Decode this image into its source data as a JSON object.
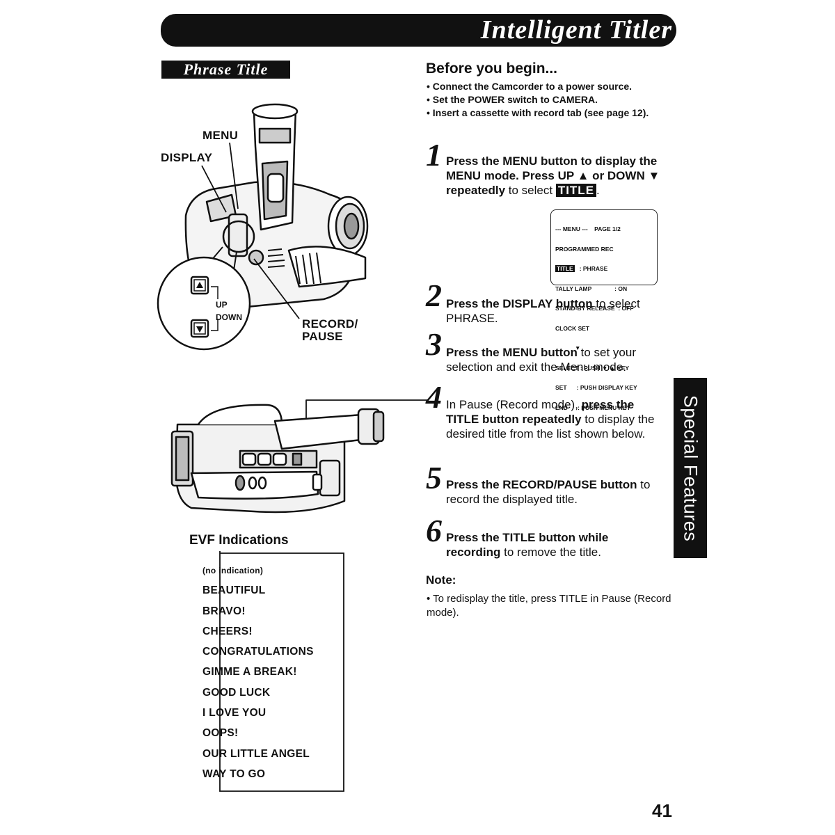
{
  "header": {
    "title": "Intelligent Titler"
  },
  "section": {
    "title": "Phrase Title"
  },
  "illustration": {
    "menu_label": "MENU",
    "display_label": "DISPLAY",
    "up_label": "UP",
    "down_label": "DOWN",
    "record_pause_label_1": "RECORD/",
    "record_pause_label_2": "PAUSE"
  },
  "before": {
    "heading": "Before you begin...",
    "bullets": [
      "• Connect the Camcorder to a power source.",
      "• Set the POWER switch to CAMERA.",
      "• Insert a cassette with record tab (see page 12)."
    ]
  },
  "steps": [
    {
      "num": "1",
      "b1": "Press the MENU button to display the MENU mode. Press UP ▲ or DOWN ▼ repeatedly",
      "t1": " to select ",
      "badge": "TITLE",
      "t2": "."
    },
    {
      "num": "2",
      "b1": "Press the DISPLAY button",
      "t1": " to select PHRASE."
    },
    {
      "num": "3",
      "b1": "Press the MENU button",
      "t1": " to set your selection and exit the Menu mode."
    },
    {
      "num": "4",
      "t0": "In Pause (Record mode), ",
      "b1": "press the TITLE button repeatedly",
      "t1": " to display the desired title from the list shown below."
    },
    {
      "num": "5",
      "b1": "Press the RECORD/PAUSE button",
      "t1": " to record the displayed title."
    },
    {
      "num": "6",
      "b1": "Press the TITLE button while recording",
      "t1": " to remove the title."
    }
  ],
  "menu_screen": {
    "rows": [
      "--- MENU ---    PAGE 1/2",
      "PROGRAMMED REC",
      "TITLE",
      "TALLY LAMP              : ON",
      "STAND-BY RELEASE  : OFF",
      "CLOCK SET",
      "▼",
      "SELECT : PUSH ▼/▲ KEY",
      "SET      : PUSH DISPLAY KEY",
      "END      : PUSH MENU KEY"
    ],
    "title_value": "   : PHRASE"
  },
  "note": {
    "heading": "Note:",
    "text": "• To redisplay the title, press TITLE in Pause (Record mode)."
  },
  "side_tab": "Special Features",
  "evf": {
    "heading": "EVF Indications",
    "items": [
      "(no indication)",
      "BEAUTIFUL",
      "BRAVO!",
      "CHEERS!",
      "CONGRATULATIONS",
      "GIMME  A  BREAK!",
      "GOOD  LUCK",
      "I  LOVE  YOU",
      "OOPS!",
      "OUR  LITTLE  ANGEL",
      "WAY  TO  GO"
    ]
  },
  "page_number": "41"
}
